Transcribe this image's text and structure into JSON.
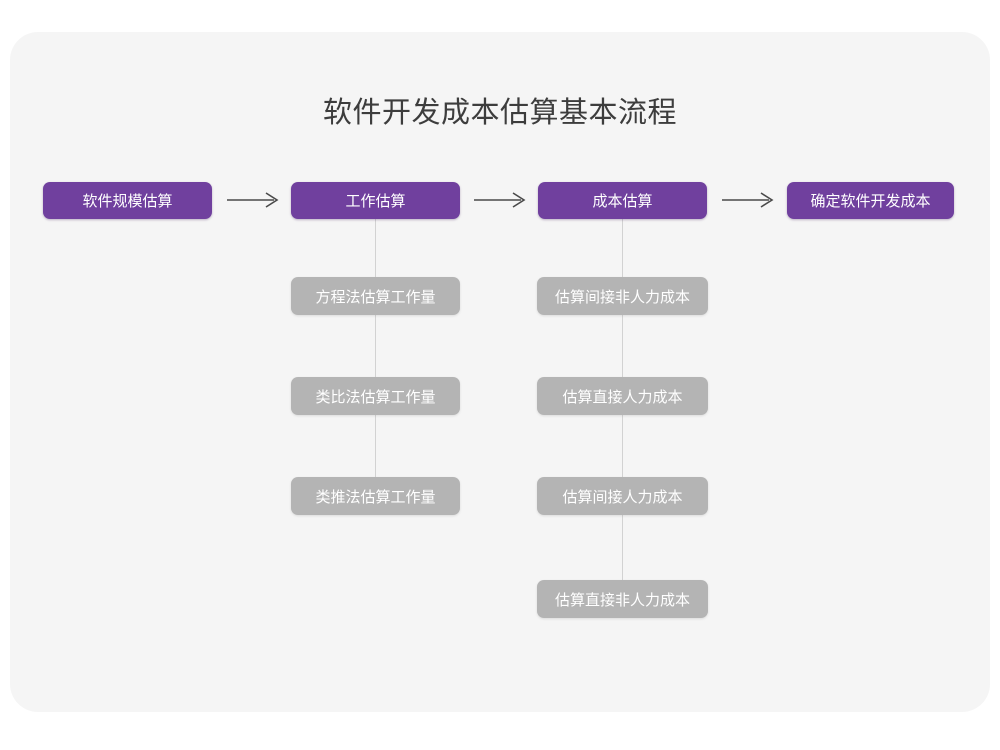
{
  "title": "软件开发成本估算基本流程",
  "colors": {
    "page_background": "#ffffff",
    "card_background": "#f5f5f5",
    "primary_node": "#70409e",
    "secondary_node": "#b4b4b4",
    "node_text": "#ffffff",
    "title_text": "#3d3d3d",
    "connector_line": "#d2d2d2",
    "arrow": "#4a4a4a"
  },
  "chart_data": {
    "type": "diagram",
    "title": "软件开发成本估算基本流程",
    "layout": "left-to-right flow with vertical sub-step branches",
    "stages": [
      {
        "id": "stage-1",
        "label": "软件规模估算",
        "substeps": []
      },
      {
        "id": "stage-2",
        "label": "工作估算",
        "substeps": [
          "方程法估算工作量",
          "类比法估算工作量",
          "类推法估算工作量"
        ]
      },
      {
        "id": "stage-3",
        "label": "成本估算",
        "substeps": [
          "估算间接非人力成本",
          "估算直接人力成本",
          "估算间接人力成本",
          "估算直接非人力成本"
        ]
      },
      {
        "id": "stage-4",
        "label": "确定软件开发成本",
        "substeps": []
      }
    ],
    "connectors": [
      {
        "from": "stage-1",
        "to": "stage-2",
        "style": "arrow-right"
      },
      {
        "from": "stage-2",
        "to": "stage-3",
        "style": "arrow-right"
      },
      {
        "from": "stage-3",
        "to": "stage-4",
        "style": "arrow-right"
      }
    ],
    "arrow_glyph": "⟶"
  }
}
